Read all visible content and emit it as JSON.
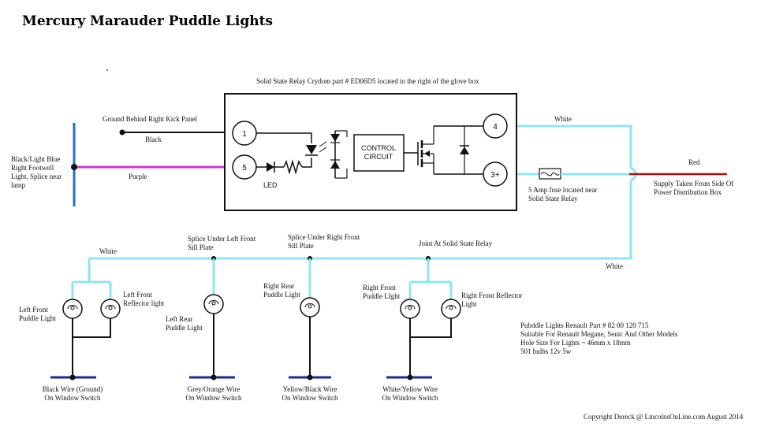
{
  "title": "Mercury Marauder Puddle Lights",
  "relay_caption": "Solid State Relay Crydom part # ED06D5 located to the right of the glove box",
  "relay": {
    "pin1": "1",
    "pin5": "5",
    "pin4": "4",
    "pin3": "3+",
    "led_label": "LED",
    "control_line1": "CONTROL",
    "control_line2": "CIRCUIT"
  },
  "labels": {
    "ground": "Ground Behind Right Kick Panel",
    "black": "Black",
    "purple": "Purple",
    "source_line1": "Black/Light Blue",
    "source_line2": "Right Footwell",
    "source_line3": "Light, Splice near",
    "source_line4": "lamp",
    "white_top": "White",
    "red": "Red",
    "supply_line1": "Supply Taken From Side Of",
    "supply_line2": "Power Distribution Box",
    "fuse_line1": "5 Amp fuse located near",
    "fuse_line2": "Solid State Relay",
    "white_right": "White",
    "white_left": "White",
    "splice_left_line1": "Splice Under Left Front",
    "splice_left_line2": "Sill Plate",
    "splice_right_line1": "Splice Under Right Front",
    "splice_right_line2": "Sill Plate",
    "joint": "Joint At Solid State Relay"
  },
  "lights": {
    "left_front_puddle_line1": "Left Front",
    "left_front_puddle_line2": "Puddle Light",
    "left_front_reflector_line1": "Left Front",
    "left_front_reflector_line2": "Reflector light",
    "left_rear_line1": "Left Rear",
    "left_rear_line2": "Puddle Light",
    "right_rear_line1": "Right Rear",
    "right_rear_line2": "Puddle Light",
    "right_front_puddle_line1": "Right Front",
    "right_front_puddle_line2": "Puddle LIght",
    "right_front_reflector_line1": "Right Front Reflector",
    "right_front_reflector_line2": "Light"
  },
  "switches": {
    "s1_line1": "Black Wire (Ground)",
    "s1_line2": "On Window Switch",
    "s2_line1": "Grey/Orange Wire",
    "s2_line2": "On Window Switch",
    "s3_line1": "Yellow/Black Wire",
    "s3_line2": "On Window Switch",
    "s4_line1": "White/Yellow Wire",
    "s4_line2": "On Window Switch"
  },
  "notes": {
    "line1": "Pubddle Lights Renault Part # 82 00 120 715",
    "line2": "Suitable For Renault Megane, Senic And Other Models",
    "line3": "Hole Size For Lights ~ 46mm x 18mm",
    "line4": "501 bulbs 12v 5w"
  },
  "copyright": "Copyright Dereck @ LincolnsOnLine.com August 2014",
  "colors": {
    "white_wire": "#8fe6f2",
    "purple_wire": "#d233d2",
    "red_wire": "#b01010",
    "switch_bar": "#1a2a9a",
    "source_bar": "#2a6fc0"
  }
}
